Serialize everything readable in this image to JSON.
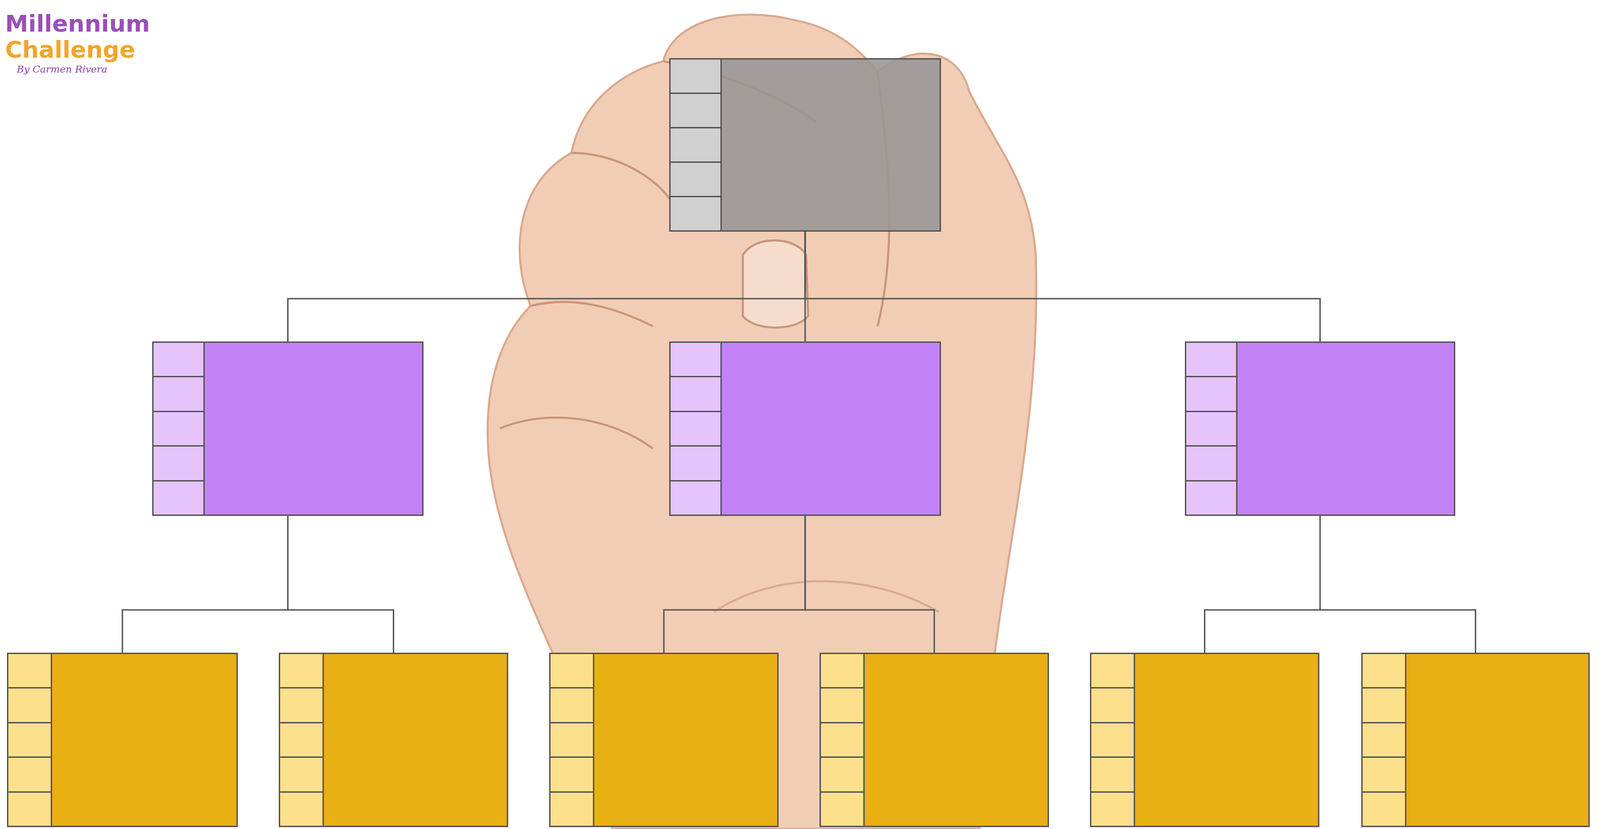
{
  "diagram": {
    "nodes": [
      {
        "text": []
      },
      {
        "text": []
      },
      {
        "text": []
      },
      {
        "text": []
      },
      {
        "text": []
      },
      {
        "text": []
      },
      {
        "text": []
      },
      {
        "text": []
      },
      {
        "text": []
      },
      {
        "text": []
      }
    ],
    "edges": [
      {
        "from": 0,
        "to": 1,
        "arrow": "none"
      },
      {
        "from": 0,
        "to": 2,
        "arrow": "none"
      },
      {
        "from": 0,
        "to": 3,
        "arrow": "none"
      },
      {
        "from": 1,
        "to": 4,
        "arrow": "none"
      },
      {
        "from": 1,
        "to": 5,
        "arrow": "none"
      },
      {
        "from": 2,
        "to": 6,
        "arrow": "none"
      },
      {
        "from": 2,
        "to": 7,
        "arrow": "none"
      },
      {
        "from": 3,
        "to": 8,
        "arrow": "none"
      },
      {
        "from": 3,
        "to": 9,
        "arrow": "none"
      }
    ],
    "labels": [
      "Millennium",
      "Challenge",
      "By Carmen Rivera"
    ]
  }
}
